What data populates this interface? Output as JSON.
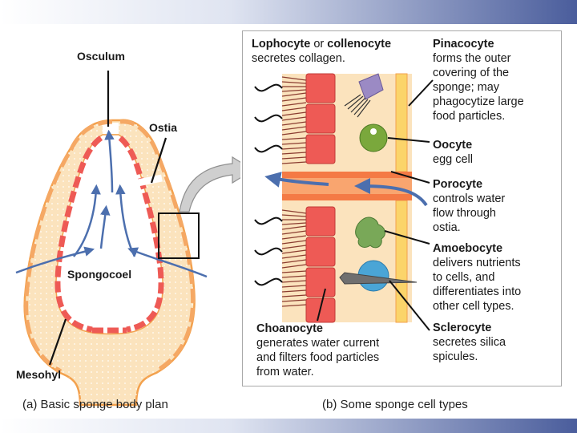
{
  "left_labels": {
    "osculum": "Osculum",
    "ostia": "Ostia",
    "spongocoel": "Spongocoel",
    "mesohyl": "Mesohyl"
  },
  "cell_labels": {
    "lophocyte": {
      "title_a": "Lophocyte",
      "joiner": " or ",
      "title_b": "collenocyte",
      "lines": [
        "secretes collagen."
      ]
    },
    "pinacocyte": {
      "title": "Pinacocyte",
      "lines": [
        "forms the outer",
        "covering of the",
        "sponge; may",
        "phagocytize large",
        "food particles."
      ]
    },
    "oocyte": {
      "title": "Oocyte",
      "lines": [
        "egg cell"
      ]
    },
    "porocyte": {
      "title": "Porocyte",
      "lines": [
        "controls water",
        "flow through",
        "ostia."
      ]
    },
    "amoebocyte": {
      "title": "Amoebocyte",
      "lines": [
        "delivers nutrients",
        "to cells, and",
        "differentiates into",
        "other cell types."
      ]
    },
    "sclerocyte": {
      "title": "Sclerocyte",
      "lines": [
        "secretes silica",
        "spicules."
      ]
    },
    "choanocyte": {
      "title": "Choanocyte",
      "lines": [
        "generates water current",
        "and filters food particles",
        "from water."
      ]
    }
  },
  "captions": {
    "a": "(a) Basic sponge body plan",
    "b": "(b) Some sponge cell types"
  },
  "colors": {
    "band": "#4a5d9c",
    "wall": "#fbe3bd",
    "wall_edge": "#f3a14d",
    "choanocyte": "#ee5a55",
    "water_arrow": "#4c6fae",
    "oocyte": "#7aa83c",
    "amoebocyte": "#79a858",
    "sclerocyte": "#4aa5d6",
    "lophocyte": "#9b8ac4",
    "porocyte": "#f47a45"
  }
}
